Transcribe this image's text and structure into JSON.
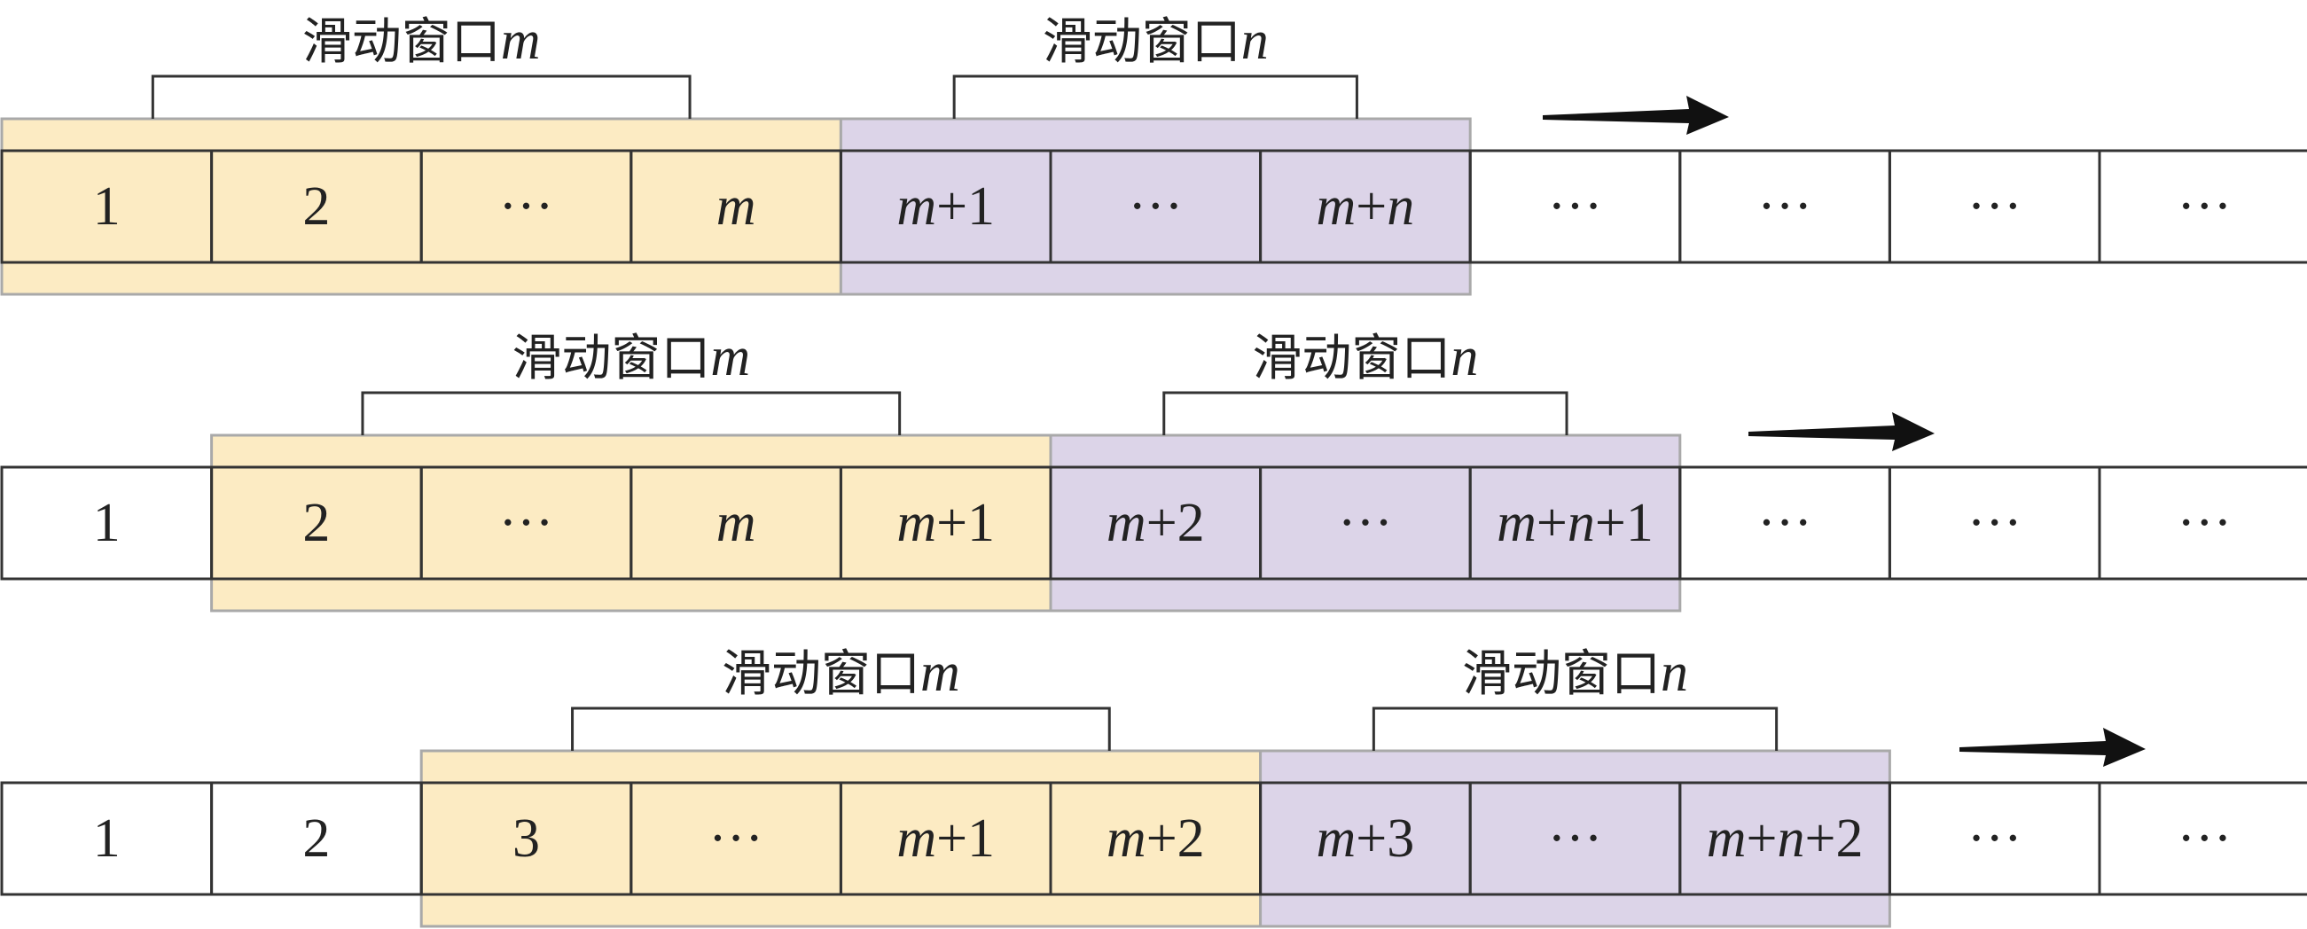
{
  "colors": {
    "window_m_fill": "#FCEBC3",
    "window_n_fill": "#DCD4E8",
    "window_border": "#A9A9A9",
    "cell_border": "#333333",
    "arrow": "#111111"
  },
  "rows": [
    {
      "cells": [
        {
          "text": "1",
          "italic": false
        },
        {
          "text": "2",
          "italic": false
        },
        {
          "text": "···",
          "italic": false
        },
        {
          "text": "m",
          "italic": true
        },
        {
          "text": "m+1",
          "italic": true
        },
        {
          "text": "···",
          "italic": false
        },
        {
          "text": "m+n",
          "italic": true
        },
        {
          "text": "···",
          "italic": false
        },
        {
          "text": "···",
          "italic": false
        },
        {
          "text": "···",
          "italic": false
        },
        {
          "text": "···",
          "italic": false
        }
      ],
      "window_m": {
        "first_cell": 0,
        "cell_count": 4,
        "label": "滑动窗口m"
      },
      "window_n": {
        "first_cell": 4,
        "cell_count": 3,
        "label": "滑动窗口n"
      }
    },
    {
      "cells": [
        {
          "text": "1",
          "italic": false
        },
        {
          "text": "2",
          "italic": false
        },
        {
          "text": "···",
          "italic": false
        },
        {
          "text": "m",
          "italic": true
        },
        {
          "text": "m+1",
          "italic": true
        },
        {
          "text": "m+2",
          "italic": true
        },
        {
          "text": "···",
          "italic": false
        },
        {
          "text": "m+n+1",
          "italic": true
        },
        {
          "text": "···",
          "italic": false
        },
        {
          "text": "···",
          "italic": false
        },
        {
          "text": "···",
          "italic": false
        }
      ],
      "window_m": {
        "first_cell": 1,
        "cell_count": 4,
        "label": "滑动窗口m"
      },
      "window_n": {
        "first_cell": 5,
        "cell_count": 3,
        "label": "滑动窗口n"
      }
    },
    {
      "cells": [
        {
          "text": "1",
          "italic": false
        },
        {
          "text": "2",
          "italic": false
        },
        {
          "text": "3",
          "italic": false
        },
        {
          "text": "···",
          "italic": false
        },
        {
          "text": "m+1",
          "italic": true
        },
        {
          "text": "m+2",
          "italic": true
        },
        {
          "text": "m+3",
          "italic": true
        },
        {
          "text": "···",
          "italic": false
        },
        {
          "text": "m+n+2",
          "italic": true
        },
        {
          "text": "···",
          "italic": false
        },
        {
          "text": "···",
          "italic": false
        }
      ],
      "window_m": {
        "first_cell": 2,
        "cell_count": 4,
        "label": "滑动窗口m"
      },
      "window_n": {
        "first_cell": 6,
        "cell_count": 3,
        "label": "滑动窗口n"
      }
    }
  ]
}
